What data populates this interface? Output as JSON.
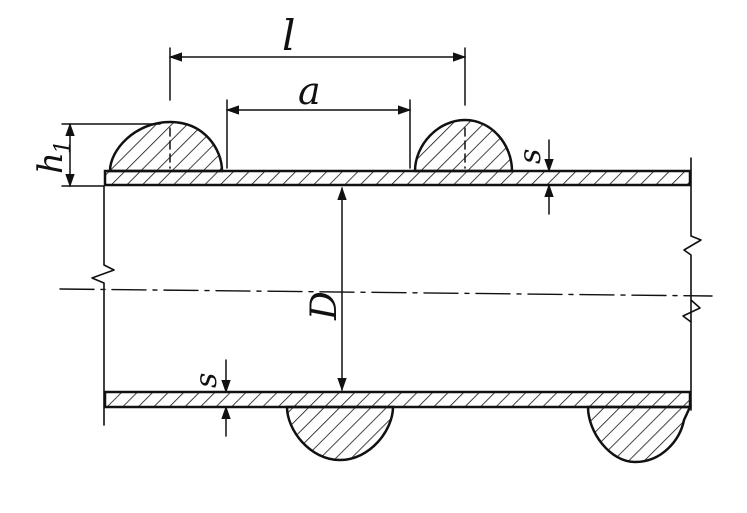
{
  "diagram": {
    "labels": {
      "pitch": "l",
      "gap": "a",
      "height": "h",
      "height_sub": "1",
      "diameter": "D",
      "wall_top": "s",
      "wall_bottom": "s"
    },
    "colors": {
      "ink": "#111111",
      "paper": "#ffffff"
    }
  }
}
